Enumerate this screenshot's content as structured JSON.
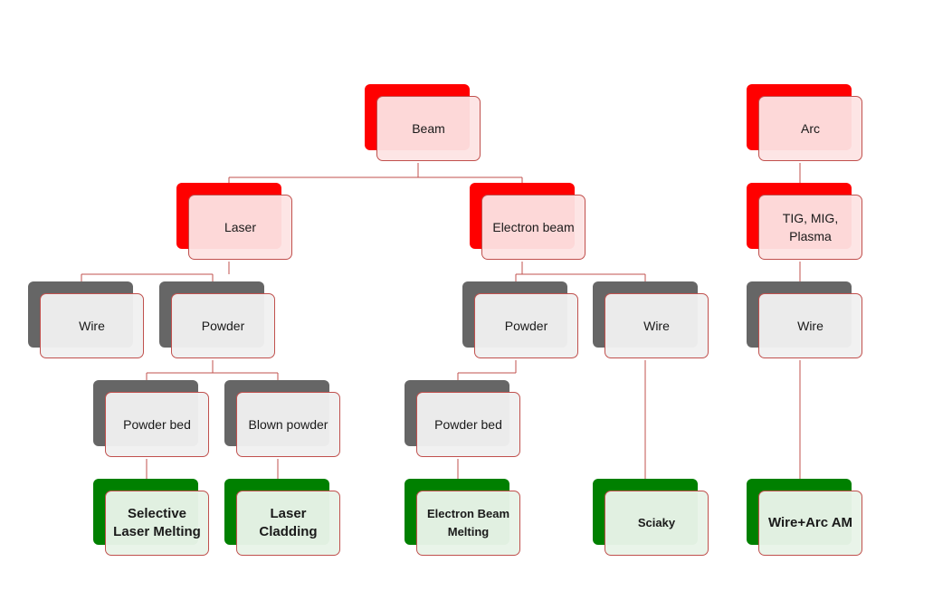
{
  "nodes": {
    "beam": "Beam",
    "arc": "Arc",
    "laser": "Laser",
    "electron_beam": "Electron beam",
    "tig_mig_plasma": "TIG, MIG, Plasma",
    "laser_wire": "Wire",
    "laser_powder": "Powder",
    "eb_powder": "Powder",
    "eb_wire": "Wire",
    "arc_wire": "Wire",
    "laser_powder_bed": "Powder bed",
    "blown_powder": "Blown powder",
    "eb_powder_bed": "Powder bed",
    "slm": "Selective Laser Melting",
    "laser_cladding": "Laser Cladding",
    "ebm": "Electron Beam Melting",
    "sciaky": "Sciaky",
    "wire_arc_am": "Wire+Arc AM"
  },
  "colors": {
    "beam_category": "#ff0000",
    "form_category": "#666666",
    "process_category": "#008000",
    "connector": "#c0504d"
  }
}
